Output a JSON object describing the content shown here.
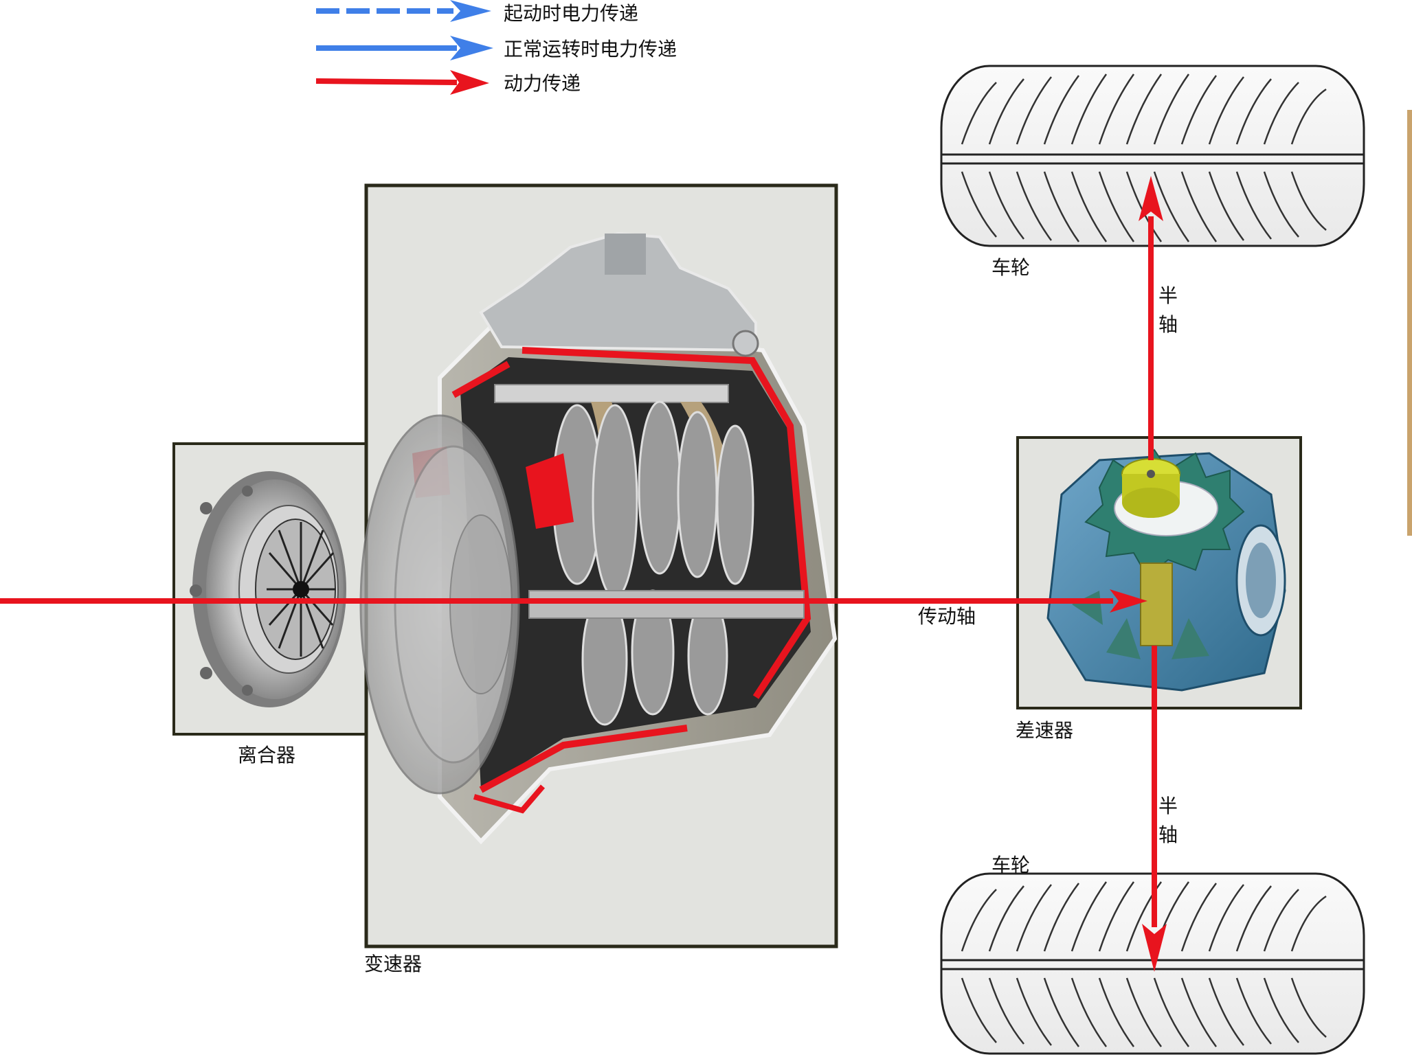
{
  "legend": {
    "startup_electric": "起动时电力传递",
    "normal_electric": "正常运转时电力传递",
    "power_transfer": "动力传递"
  },
  "labels": {
    "clutch": "离合器",
    "transmission": "变速器",
    "differential": "差速器",
    "drive_shaft": "传动轴",
    "wheel_top": "车轮",
    "wheel_bottom": "车轮",
    "half_shaft_top_1": "半",
    "half_shaft_top_2": "轴",
    "half_shaft_bottom_1": "半",
    "half_shaft_bottom_2": "轴"
  },
  "colors": {
    "electric_blue": "#3f7fe8",
    "power_red": "#e8141e",
    "panel_bg": "#e2e3df",
    "panel_border": "#2a2a1a"
  }
}
